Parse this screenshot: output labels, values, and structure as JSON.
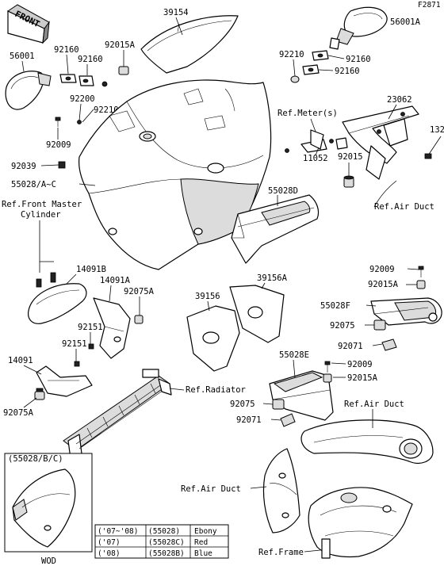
{
  "diagram_code": "F2871",
  "front_label": "FRONT",
  "part_labels": {
    "p39154": "39154",
    "p56001A": "56001A",
    "p56001": "56001",
    "p92160a": "92160",
    "p92160b": "92160",
    "p92015A_top": "92015A",
    "p92210_right": "92210",
    "p92160_right1": "92160",
    "p92160_right2": "92160",
    "p92200": "92200",
    "p92210_left": "92210",
    "p92009_left": "92009",
    "p92039": "92039",
    "p23062": "23062",
    "p132": "132",
    "ref_meter": "Ref.Meter(s)",
    "p11052": "11052",
    "p92015": "92015",
    "p55028D": "55028D",
    "p55028AC": "55028/A~C",
    "ref_air_duct_1": "Ref.Air Duct",
    "ref_front_master_1": "Ref.Front Master",
    "ref_front_master_2": "Cylinder",
    "p14091B": "14091B",
    "p14091A": "14091A",
    "p92075A_mid": "92075A",
    "p92151a": "92151",
    "p92151b": "92151",
    "p14091": "14091",
    "p92075A_low": "92075A",
    "ref_radiator": "Ref.Radiator",
    "p39156": "39156",
    "p39156A": "39156A",
    "p92009_r1": "92009",
    "p92015A_r1": "92015A",
    "p55028F": "55028F",
    "p92075_r1": "92075",
    "p92071_r1": "92071",
    "p55028E": "55028E",
    "p92009_r2": "92009",
    "p92015A_r2": "92015A",
    "p92075_r2": "92075",
    "ref_air_duct_2": "Ref.Air Duct",
    "p92071_r2": "92071",
    "ref_air_duct_3": "Ref.Air Duct",
    "ref_frame": "Ref.Frame"
  },
  "inset": {
    "title": "(55028/B/C)",
    "caption": "WOD"
  },
  "color_table": [
    {
      "years": "('07~'08)",
      "part": "(55028)",
      "color": "Ebony"
    },
    {
      "years": "('07)",
      "part": "(55028C)",
      "color": "Red"
    },
    {
      "years": "('08)",
      "part": "(55028B)",
      "color": "Blue"
    }
  ]
}
